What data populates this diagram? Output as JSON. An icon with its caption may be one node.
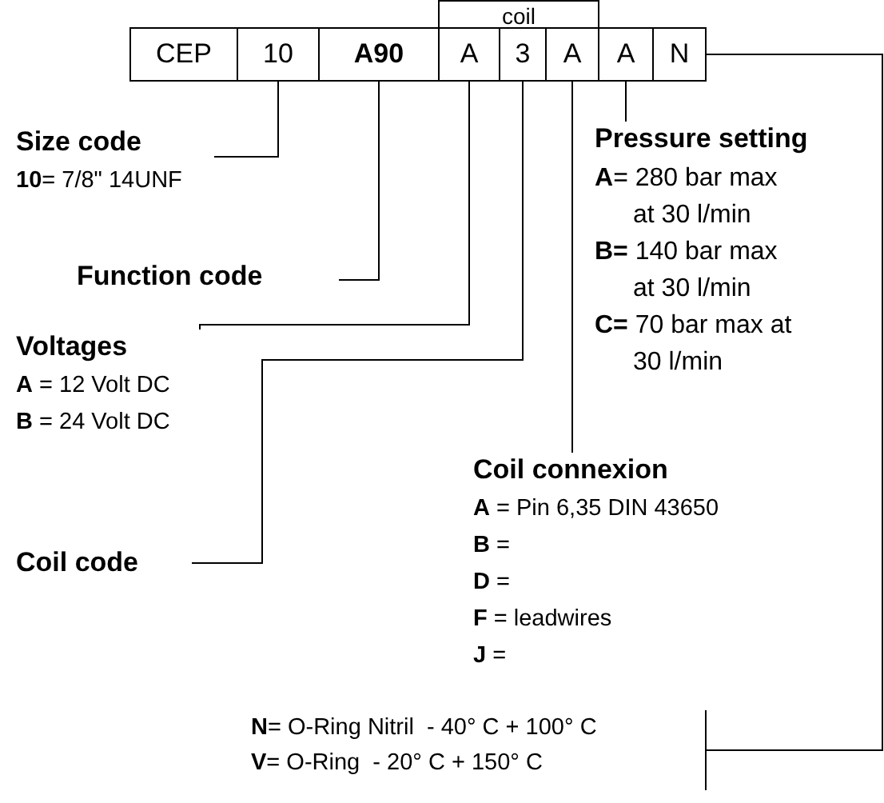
{
  "diagram": {
    "nodes": [
      {
        "text": [
          "CEP"
        ]
      },
      {
        "text": [
          "10"
        ]
      },
      {
        "text": [
          "A90"
        ]
      },
      {
        "text": [
          "A"
        ]
      },
      {
        "text": [
          "3"
        ]
      },
      {
        "text": [
          "A"
        ]
      },
      {
        "text": [
          "A"
        ]
      },
      {
        "text": [
          "N"
        ]
      },
      {
        "text": [
          "coil"
        ]
      },
      {
        "text": [
          "Size code",
          "**10**= 7/8\" 14UNF"
        ]
      },
      {
        "text": [
          "Function code"
        ]
      },
      {
        "text": [
          "Voltages",
          "**A** = 12 Volt DC",
          "**B** = 24 Volt DC"
        ]
      },
      {
        "text": [
          "Coil code"
        ]
      },
      {
        "text": [
          "Coil connexion",
          "**A** = Pin 6,35 DIN 43650",
          "**B** =",
          "**D** =",
          "**F** = leadwires",
          "**J** ="
        ]
      },
      {
        "text": [
          "Pressure setting",
          "**A**= 280 bar max at 30 l/min",
          "**B=** 140 bar max at 30 l/min",
          "**C=** 70 bar max at 30 l/min"
        ]
      },
      {
        "text": [
          "**N**= O-Ring Nitril  - 40° C + 100° C",
          "**V**= O-Ring  - 20° C + 150° C"
        ]
      }
    ],
    "edges": [
      {
        "from": 1,
        "to": 9,
        "arrow": "none"
      },
      {
        "from": 2,
        "to": 10,
        "arrow": "none"
      },
      {
        "from": 3,
        "to": 11,
        "arrow": "none"
      },
      {
        "from": 4,
        "to": 12,
        "arrow": "none"
      },
      {
        "from": 5,
        "to": 13,
        "arrow": "none"
      },
      {
        "from": 6,
        "to": 14,
        "arrow": "none"
      },
      {
        "from": 7,
        "to": 15,
        "arrow": "none"
      }
    ]
  }
}
